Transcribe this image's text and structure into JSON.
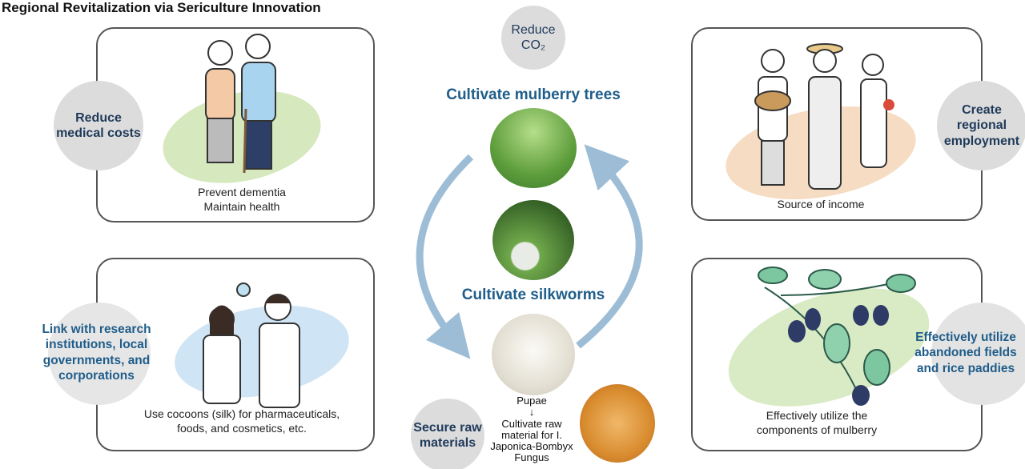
{
  "title": "Regional Revitalization via Sericulture Innovation",
  "top_left": {
    "circle": "Reduce medical costs",
    "caption_lines": [
      "Prevent dementia",
      "Maintain health"
    ]
  },
  "top_right": {
    "circle": "Create regional employment",
    "caption": "Source of income"
  },
  "bottom_left": {
    "side_text": "Link with research institutions, local governments, and corporations",
    "caption_lines": [
      "Use cocoons (silk) for pharmaceuticals,",
      "foods, and cosmetics, etc."
    ]
  },
  "bottom_right": {
    "side_text": "Effectively utilize abandoned fields and rice paddies",
    "caption_lines": [
      "Effectively utilize the",
      "components of mulberry"
    ]
  },
  "center": {
    "co2": "Reduce CO₂",
    "mulberry_heading": "Cultivate mulberry trees",
    "silkworm_heading": "Cultivate silkworms",
    "secure": "Secure raw materials",
    "pupae": "Pupae",
    "arrow": "↓",
    "fungus_text": "Cultivate raw material for I. Japonica-Bombyx Fungus"
  },
  "colors": {
    "arrow": "#9dbdd6",
    "circle": "#dcdcdc",
    "heading": "#1f5d8a"
  }
}
